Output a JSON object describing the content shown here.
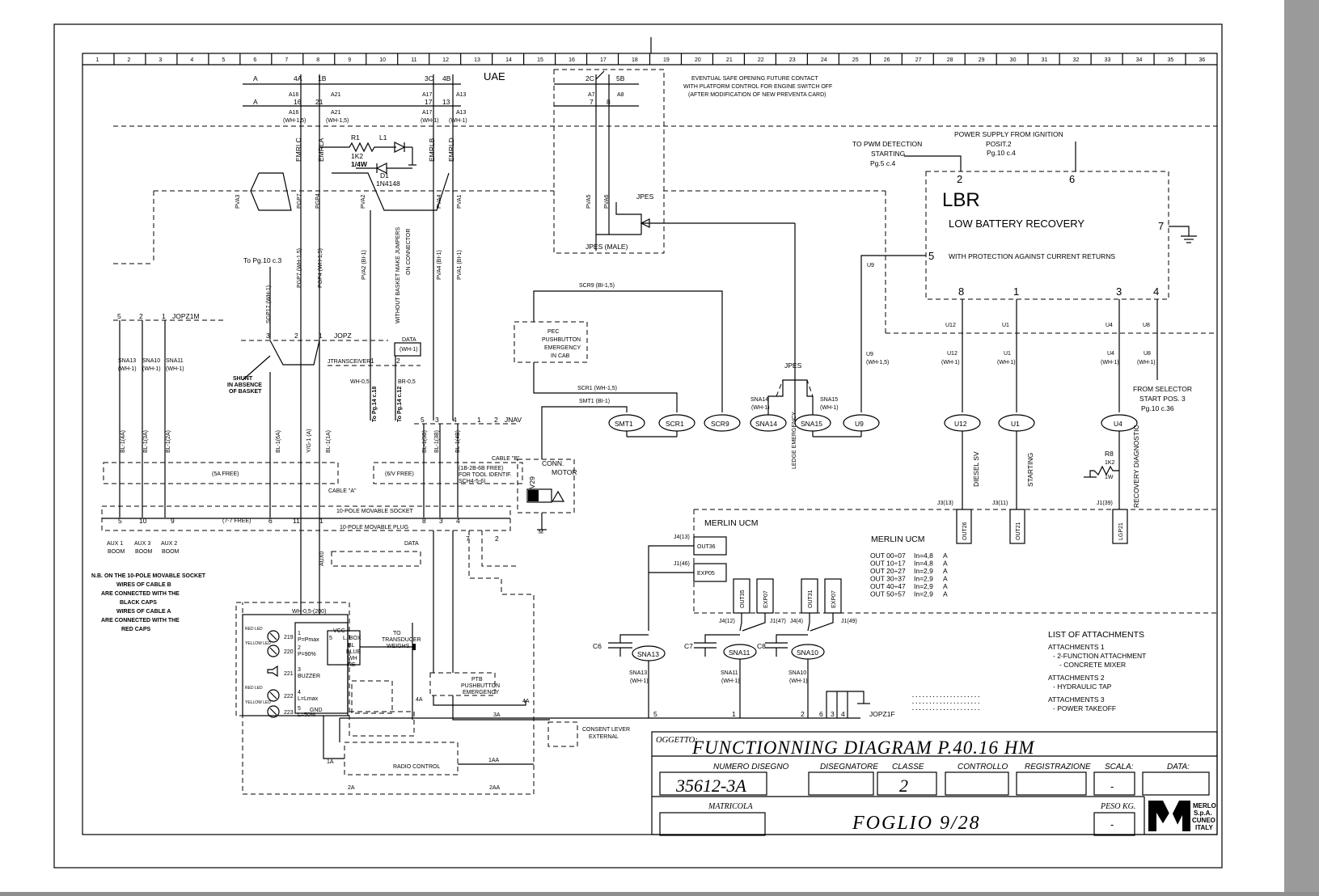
{
  "columns": [
    "1",
    "2",
    "3",
    "4",
    "5",
    "6",
    "7",
    "8",
    "9",
    "10",
    "11",
    "12",
    "13",
    "14",
    "15",
    "16",
    "17",
    "18",
    "19",
    "20",
    "21",
    "22",
    "23",
    "24",
    "25",
    "26",
    "27",
    "28",
    "29",
    "30",
    "31",
    "32",
    "33",
    "34",
    "35",
    "36"
  ],
  "uae": {
    "label": "UAE",
    "row1": [
      "A",
      "4A",
      "1B",
      "3C",
      "4B",
      "2C",
      "5B"
    ],
    "row2": [
      "A16",
      "A21",
      "A17",
      "A13",
      "A7",
      "A8"
    ],
    "row3": [
      "A",
      "16",
      "21",
      "17",
      "13",
      "7",
      "8"
    ],
    "row4": [
      "A16",
      "(WH-1,5)",
      "A21",
      "(WH-1,5)",
      "A17",
      "(WH-1)",
      "A13",
      "(WH-1)"
    ]
  },
  "notes": {
    "safe_contact": [
      "EVENTUAL SAFE OPENING FUTURE CONTACT",
      "WITH PLATFORM CONTROL FOR ENGINE SWITCH OFF",
      "(AFTER MODIFICATION OF NEW PREVENTA CARD)"
    ],
    "pwm": [
      "TO PWM DETECTION",
      "STARTING",
      "Pg.5 c.4"
    ],
    "power_supply": [
      "POWER SUPPLY FROM IGNITION",
      "POSIT.2",
      "Pg.10 c.4"
    ],
    "to_pg10": "To Pg.10 c.3",
    "shunt": [
      "SHUNT",
      "IN ABSENCE",
      "OF BASKET"
    ],
    "jumpers": [
      "WITHOUT BASKET MAKE JUMPERS",
      "ON CONNECTOR"
    ],
    "from_selector": [
      "FROM SELECTOR",
      "START POS. 3",
      "Pg.10 c.36"
    ],
    "nb": [
      "N.B. ON THE 10-POLE MOVABLE SOCKET",
      "WIRES OF CABLE B",
      "ARE CONNECTED WITH THE",
      "BLACK CAPS",
      "WIRES OF CABLE A",
      "ARE CONNECTED WITH THE",
      "RED CAPS"
    ]
  },
  "components": {
    "emrl": [
      "EMRLC",
      "EMRLA",
      "EMRLB",
      "EMRLD"
    ],
    "r1": [
      "R1",
      "1K2",
      "1/4W"
    ],
    "l1": "L1",
    "d1": [
      "D1",
      "1N4148"
    ],
    "pins": [
      "PVA3",
      "PGP7",
      "PGP4",
      "PVA2",
      "PVA4",
      "PVA1",
      "PVA5",
      "PVA6"
    ],
    "jpes": "JPES",
    "jpes_male": "JPES (MALE)",
    "wires_top": [
      "PGP7 (WH-1,5)",
      "PGP4 (WH-1,5)",
      "PVA2 (BI-1)",
      "PVA4 (BI-1)",
      "PVA1 (BI-1)",
      "SGP17 (WH-1)"
    ],
    "scr9": "SCR9 (BI-1,5)",
    "scr1": "SCR1 (WH-1,5)",
    "smt1": "SMT1 (BI-1)",
    "pec": [
      "PEC",
      "PUSHBUTTON",
      "EMERGENCY",
      "IN CAB"
    ],
    "jopz1m": [
      "5",
      "2",
      "1",
      "JOPZ1M"
    ],
    "jopz": [
      "3",
      "2",
      "1",
      "JOPZ"
    ],
    "jtransceiver": "JTRANSCEIVER",
    "data_wh": [
      "DATA",
      "(WH-1)"
    ],
    "wh05": "WH-0,5",
    "br05": "BR-0,5",
    "jnav": [
      "5",
      "3",
      "4",
      "1",
      "2",
      "JNAV"
    ],
    "sna_left": [
      [
        "SNA13",
        "(WH-1)"
      ],
      [
        "SNA10",
        "(WH-1)"
      ],
      [
        "SNA11",
        "(WH-1)"
      ]
    ],
    "bl_wires": [
      "BL-1(4A)",
      "BL-1(3A)",
      "BL-1(2A)",
      "BL-1(6A)",
      "Y/G-1 (A)",
      "BL-1(1A)",
      "BL-1(5B)",
      "BL-1(3B)",
      "BL-1(4B)"
    ],
    "to_pg": [
      "To Pg.14 c.18",
      "To Pg.14 c.12"
    ],
    "ovals": [
      "SMT1",
      "SCR1",
      "SCR9",
      "SNA14",
      "SNA15",
      "U9",
      "U12",
      "U1",
      "U4"
    ],
    "jpes2": "JPES",
    "sna14w": [
      "SNA14",
      "(WH-1)"
    ],
    "sna15w": [
      "SNA15",
      "(WH-1)"
    ],
    "ledge": "LEDGE EMERGENCY",
    "u9w": [
      "U9",
      "(WH-1,5)"
    ],
    "u9": "U9",
    "cable_a": "CABLE \"A\"",
    "cable_b": "CABLE \"B\"",
    "free_sa": "(5A FREE)",
    "free_6v": "(6/V FREE)",
    "free_tool": [
      "(1B-2B-6B FREE)",
      "FOR TOOL IDENTIF.",
      "SCH4-5-6)"
    ],
    "free_78": "(7-7 FREE)",
    "socket": "10-POLE MOVABLE SOCKET",
    "plug": "10-POLE MOVABLE PLUG",
    "socket_nums": [
      "5",
      "10",
      "9",
      "6",
      "11",
      "1",
      "8",
      "3",
      "4"
    ],
    "aux": [
      [
        "AUX 1",
        "BOOM"
      ],
      [
        "AUX 3",
        "BOOM"
      ],
      [
        "AUX 2",
        "BOOM"
      ]
    ],
    "aux0": "AUX0",
    "data2": "DATA",
    "ev29": "EV29",
    "motor": [
      "CONN.",
      "MOTOR"
    ],
    "m": "M",
    "plug_nums": [
      "1",
      "2",
      "7",
      "2"
    ],
    "diesel": "DIESEL SV",
    "starting": "STARTING",
    "recovery": "RECOVERY DIAGNOSTIC",
    "r8": [
      "R8",
      "1K2",
      "1W"
    ]
  },
  "lbr": {
    "title": "LBR",
    "subtitle": "LOW BATTERY RECOVERY",
    "protection": "WITH PROTECTION AGAINST CURRENT RETURNS",
    "pins_top": [
      "2",
      "6"
    ],
    "pin_left": "5",
    "pin_right": "7",
    "pins_bottom": [
      "8",
      "1",
      "3",
      "4"
    ],
    "wires": [
      "U12",
      "U1",
      "U4",
      "U8"
    ],
    "wires_lower": [
      [
        "U12",
        "(WH-1)"
      ],
      [
        "U1",
        "(WH-1)"
      ],
      [
        "U4",
        "(WH-1)"
      ],
      [
        "U8",
        "(WH-1)"
      ]
    ]
  },
  "merlin": {
    "label_box": "MERLIN UCM",
    "label": "MERLIN UCM",
    "outs": [
      [
        "OUT 00÷07",
        "In=4,8",
        "A"
      ],
      [
        "OUT 10÷17",
        "In=4,8",
        "A"
      ],
      [
        "OUT 20÷27",
        "In=2,9",
        "A"
      ],
      [
        "OUT 30÷37",
        "In=2,9",
        "A"
      ],
      [
        "OUT 40÷47",
        "In=2,9",
        "A"
      ],
      [
        "OUT 50÷57",
        "In=2,9",
        "A"
      ]
    ],
    "terms": [
      "OUT26",
      "OUT21",
      "LGP21",
      "OUT36",
      "EXP05",
      "OUT35",
      "EXP07",
      "OUT31",
      "EXP07"
    ],
    "jrefs": [
      "J3(13)",
      "J3(11)",
      "J1(39)",
      "J4(13)",
      "J1(46)",
      "J4(12)",
      "J1(47)",
      "J4(4)",
      "J1(49)"
    ],
    "caps": [
      "C6",
      "C7",
      "C8"
    ],
    "sna_bottom": [
      [
        "SNA13",
        "(WH-1)"
      ],
      [
        "SNA11",
        "(WH-1)"
      ],
      [
        "SNA10",
        "(WH-1)"
      ]
    ],
    "bottom_nums": [
      "5",
      "1",
      "2",
      "6",
      "3",
      "4"
    ],
    "jopz1f": "JOPZ1F"
  },
  "attachments": {
    "title": "LIST OF ATTACHMENTS",
    "items": [
      "ATTACHMENTS 1",
      "- 2-FUNCTION ATTACHMENT",
      "- CONCRETE MIXER",
      "ATTACHMENTS 2",
      "- HYDRAULIC TAP",
      "ATTACHMENTS 3",
      "- POWER TAKEOFF"
    ]
  },
  "control_panel": {
    "labels": [
      "RED LED",
      "YELLOW LED",
      "RED LED",
      "YELLOW LED"
    ],
    "nums": [
      "219",
      "220",
      "221",
      "222",
      "223"
    ],
    "funcs": [
      "P=Pmax",
      "P=90%",
      "BUZZER",
      "L=Lmax",
      "L=50%"
    ],
    "idx": [
      "1",
      "2",
      "3",
      "4",
      "5"
    ],
    "vcc": "VCC",
    "gnd": "GND",
    "wh": "WH-0,5-(200)",
    "box": [
      "5",
      "L. BOX",
      "BL",
      "BLUE",
      "WH",
      "RE"
    ],
    "to_transducer": [
      "TO",
      "TRANSDUCER",
      "WEIGHS"
    ],
    "pushbutton": [
      "PTB",
      "PUSHBUTTON",
      "EMERGENCY"
    ],
    "radio": "RADIO CONTROL",
    "consent": [
      "CONSENT LEVER",
      "EXTERNAL"
    ],
    "wires": [
      "4A",
      "3A",
      "1A",
      "1AA",
      "2A",
      "2AA"
    ]
  },
  "title_block": {
    "oggetto": "OGGETTO:",
    "title": "FUNCTIONNING  DIAGRAM  P.40.16  HM",
    "headers": [
      "NUMERO DISEGNO",
      "DISEGNATORE",
      "CLASSE",
      "CONTROLLO",
      "REGISTRAZIONE",
      "SCALA:",
      "DATA:"
    ],
    "numero": "35612-3A",
    "classe": "2",
    "scala": "-",
    "matricola": "MATRICOLA",
    "foglio": "FOGLIO    9/28",
    "peso": "PESO KG.",
    "peso_val": "-",
    "company": [
      "MERLO",
      "S.p.A.",
      "CUNEO",
      "ITALY"
    ]
  }
}
